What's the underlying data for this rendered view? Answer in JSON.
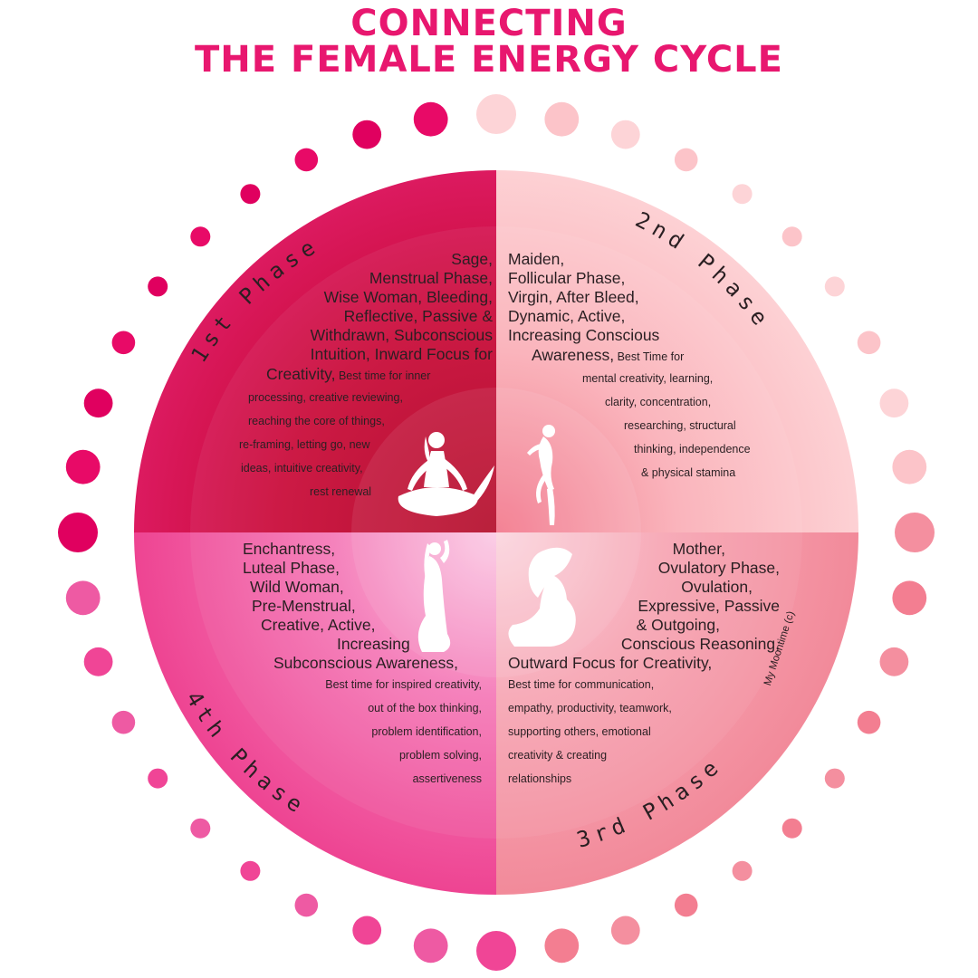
{
  "title": {
    "line1": "CONNECTING",
    "line2": "THE FEMALE ENERGY CYCLE"
  },
  "colors": {
    "title": "#e8176f",
    "phase1": "#d8155d",
    "phase2": "#fcc9ce",
    "phase3": "#f4909f",
    "phase4": "#f04596",
    "text": "#2a1f22",
    "silhouette": "#ffffff"
  },
  "phases": [
    {
      "label": "1st Phase",
      "figure_icon": "meditating-woman-icon",
      "big_lines": [
        "Sage,",
        "Menstrual Phase,",
        "Wise Woman, Bleeding,",
        "Reflective, Passive &",
        "Withdrawn, Subconscious",
        "Intuition, Inward Focus for"
      ],
      "mixed_big": "Creativity,",
      "mixed_small": " Best time for inner",
      "small_lines": [
        "processing, creative reviewing,",
        "reaching the core of things,",
        "re-framing, letting go, new",
        "ideas, intuitive creativity,",
        "rest  renewal"
      ]
    },
    {
      "label": "2nd Phase",
      "figure_icon": "dancing-maiden-icon",
      "big_lines": [
        "Maiden,",
        "Follicular Phase,",
        "Virgin, After Bleed,",
        "Dynamic, Active,",
        "Increasing Conscious"
      ],
      "mixed_big": "Awareness,",
      "mixed_small": " Best Time for",
      "small_lines": [
        "mental creativity, learning,",
        "clarity, concentration,",
        "researching, structural",
        "thinking, independence",
        "& physical stamina"
      ]
    },
    {
      "label": "3rd Phase",
      "figure_icon": "pregnant-mother-icon",
      "big_lines": [
        "Mother,",
        "Ovulatory Phase,",
        "Ovulation,",
        "Expressive, Passive",
        "& Outgoing,",
        "Conscious Reasoning,",
        "Outward Focus for Creativity,"
      ],
      "small_lines": [
        "Best time for communication,",
        "empathy, productivity, teamwork,",
        "supporting others, emotional",
        "creativity & creating",
        "relationships"
      ]
    },
    {
      "label": "4th Phase",
      "figure_icon": "enchantress-woman-icon",
      "big_lines": [
        "Enchantress,",
        "Luteal Phase,",
        "Wild Woman,",
        "Pre-Menstrual,",
        "Creative, Active,",
        "Increasing",
        "Subconscious Awareness,"
      ],
      "small_lines": [
        "Best time for inspired creativity,",
        "out of the box thinking,",
        "problem identification,",
        "problem solving,",
        "assertiveness"
      ]
    }
  ],
  "credit": "My Moontime (c)"
}
